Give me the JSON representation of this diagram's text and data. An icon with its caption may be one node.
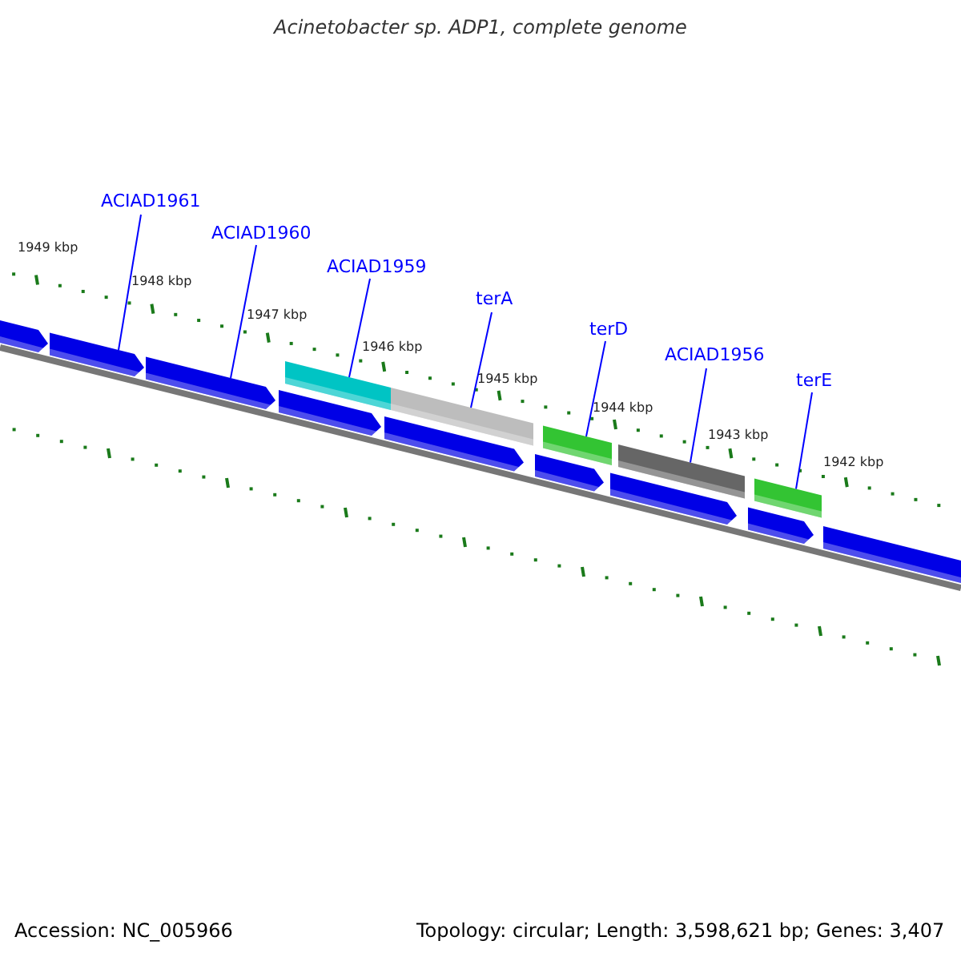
{
  "diagram": {
    "title": "Acinetobacter sp. ADP1, complete genome",
    "nodes": [
      {
        "text": [
          "ACIAD1961"
        ]
      },
      {
        "text": [
          "ACIAD1960"
        ]
      },
      {
        "text": [
          "ACIAD1959"
        ]
      },
      {
        "text": [
          "terA"
        ]
      },
      {
        "text": [
          "terD"
        ]
      },
      {
        "text": [
          "ACIAD1956"
        ]
      },
      {
        "text": [
          "terE"
        ]
      },
      {
        "text": [],
        "shape": "bar"
      },
      {
        "text": [],
        "shape": "bar"
      },
      {
        "text": [],
        "shape": "bar"
      },
      {
        "text": [],
        "shape": "bar"
      },
      {
        "text": [],
        "shape": "bar"
      },
      {
        "text": [],
        "shape": "bar"
      },
      {
        "text": [],
        "shape": "bar"
      },
      {
        "text": [],
        "shape": "bar"
      },
      {
        "text": [],
        "shape": "bar"
      },
      {
        "text": [],
        "shape": "bar"
      },
      {
        "text": [],
        "shape": "bar"
      },
      {
        "text": [],
        "shape": "bar"
      },
      {
        "text": [],
        "shape": "bar"
      },
      {
        "text": [],
        "shape": "bar"
      }
    ],
    "edges": [
      {
        "from": 0,
        "to": 8,
        "arrow": "none"
      },
      {
        "from": 1,
        "to": 9,
        "arrow": "none"
      },
      {
        "from": 2,
        "to": 11,
        "arrow": "none"
      },
      {
        "from": 3,
        "to": 13,
        "arrow": "none"
      },
      {
        "from": 4,
        "to": 15,
        "arrow": "none"
      },
      {
        "from": 5,
        "to": 17,
        "arrow": "none"
      },
      {
        "from": 6,
        "to": 19,
        "arrow": "none"
      }
    ],
    "labels": [
      "1949 kbp",
      "1948 kbp",
      "1947 kbp",
      "1946 kbp",
      "1945 kbp",
      "1944 kbp",
      "1943 kbp",
      "1942 kbp",
      "Accession: NC_005966",
      "Topology: circular; Length: 3,598,621 bp; Genes: 3,407"
    ]
  }
}
